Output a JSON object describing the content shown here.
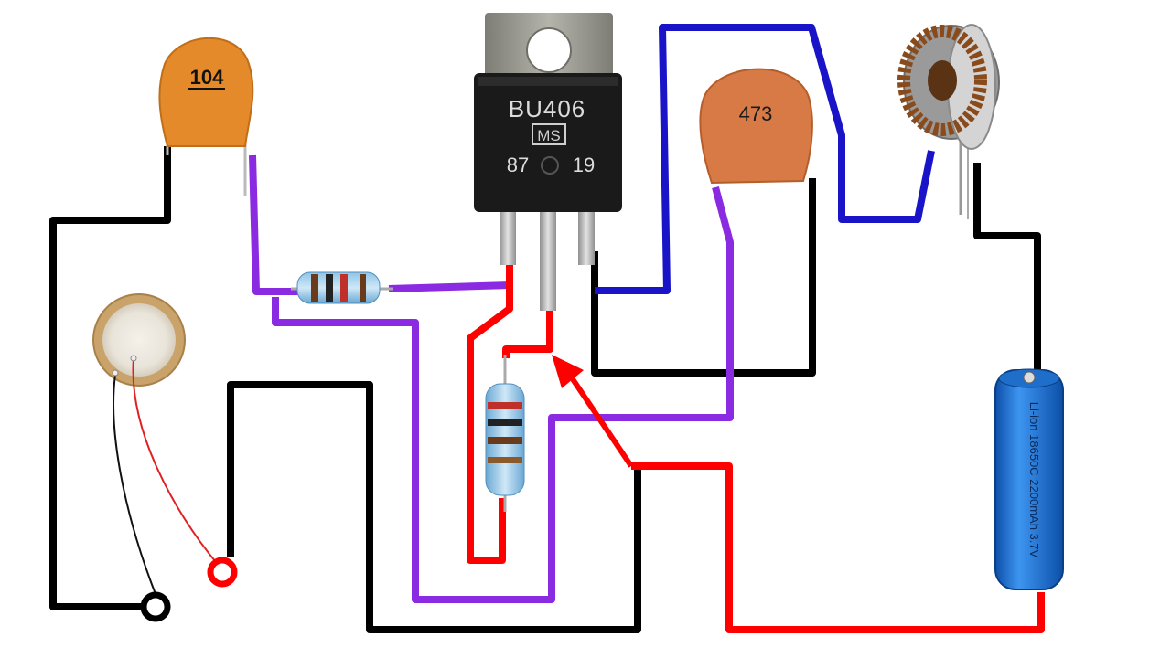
{
  "components": {
    "capacitor_104": {
      "label": "104"
    },
    "capacitor_473": {
      "label": "473"
    },
    "transistor": {
      "part_number": "BU406",
      "logo_text": "MS",
      "code_left": "87",
      "code_right": "19"
    },
    "battery": {
      "print": "Li-ion 18650C 2200mAh 3.7V"
    }
  },
  "colors": {
    "wire_black": "#000000",
    "wire_purple": "#8a2be2",
    "wire_red": "#ff0000",
    "wire_blue": "#1a14c8",
    "capacitor": "#e48a2a",
    "capacitor_473": "#d77a45",
    "transistor_body": "#1a1a1a",
    "transistor_tab": "#9a9a92",
    "battery": "#1e73d8",
    "piezo_brass": "#c9a36a"
  }
}
